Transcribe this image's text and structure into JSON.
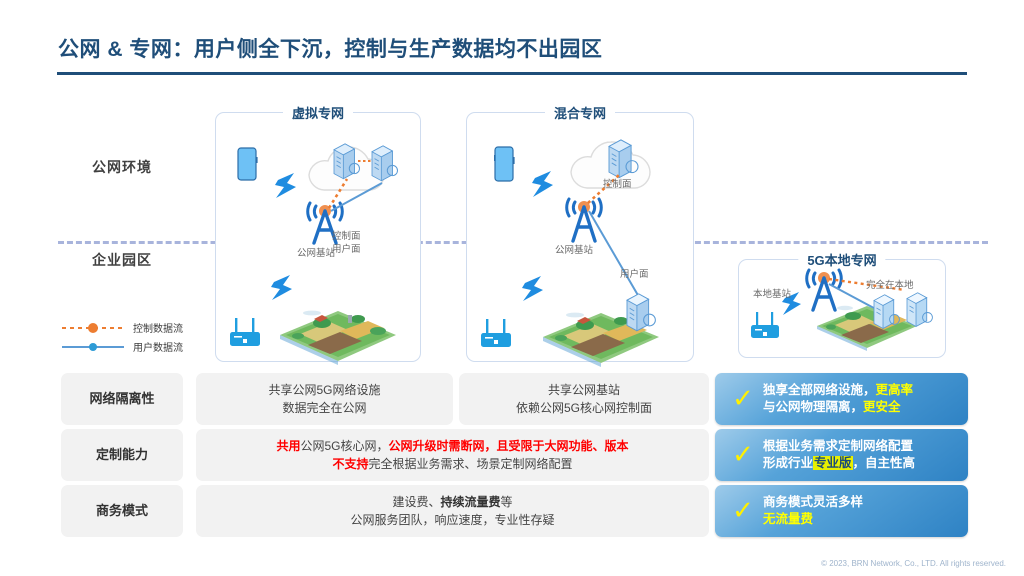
{
  "header": {
    "title": "公网 & 专网：用户侧全下沉，控制与生产数据均不出园区",
    "accent_color": "#1f4e79"
  },
  "zones": {
    "public": "公网环境",
    "campus": "企业园区"
  },
  "legend": {
    "control_flow": "控制数据流",
    "user_flow": "用户数据流",
    "control_color": "#ED7D31",
    "user_color": "#5B9BD5"
  },
  "panels": [
    {
      "id": "virtual",
      "title": "虚拟专网",
      "labels": {
        "base_station": "公网基站",
        "control_plane": "控制面",
        "user_plane": "用户面"
      }
    },
    {
      "id": "hybrid",
      "title": "混合专网",
      "labels": {
        "base_station": "公网基站",
        "control_plane": "控制面",
        "user_plane": "用户面"
      }
    },
    {
      "id": "local",
      "title": "5G本地专网",
      "labels": {
        "base_station": "本地基站",
        "all_local": "完全在本地"
      }
    }
  ],
  "table": {
    "rows": [
      {
        "head": "网络隔离性",
        "col1": {
          "line1": "共享公网5G网络设施",
          "line2": "数据完全在公网"
        },
        "col2": {
          "line1": "共享公网基站",
          "line2": "依赖公网5G核心网控制面"
        },
        "good": {
          "line1_a": "独享全部网络设施，",
          "line1_hl": "更高率",
          "line2_a": "与公网物理隔离，",
          "line2_hl": "更安全",
          "check": "✓"
        }
      },
      {
        "head": "定制能力",
        "wide": {
          "l1_red1": "共用",
          "l1_plain1": "公网5G核心网，",
          "l1_red2": "公网升级时需断网，且受限于大网功能、版本",
          "l2_red1": "不支持",
          "l2_plain1": "完全根据业务需求、场景定制网络配置"
        },
        "good": {
          "line1_a": "根据业务需求定制网络配置",
          "line2_a": "形成行业",
          "line2_mark": "专业版",
          "line2_b": "，自主性高",
          "check": "✓"
        }
      },
      {
        "head": "商务模式",
        "wide2": {
          "l1_a": "建设费、",
          "l1_b": "持续流量费",
          "l1_c": "等",
          "l2": "公网服务团队，响应速度，专业性存疑"
        },
        "good": {
          "line1_a": "商务模式灵活多样",
          "line2_hl": "无流量费",
          "check": "✓"
        }
      }
    ]
  },
  "footer": "© 2023, BRN Network, Co., LTD. All rights reserved."
}
